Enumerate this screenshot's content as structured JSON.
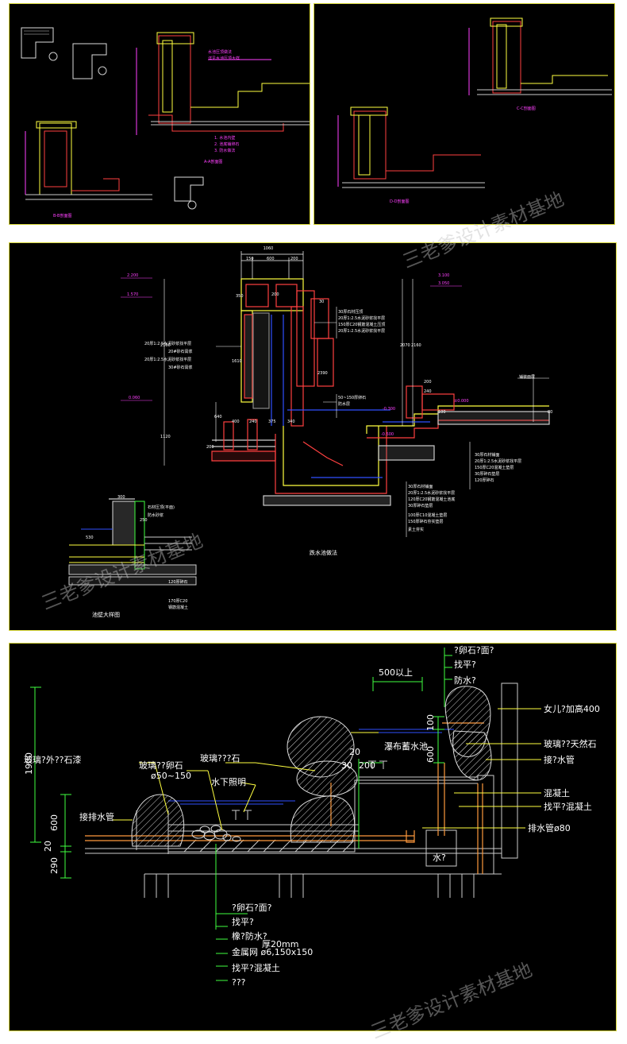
{
  "colors": {
    "background": "#000000",
    "frame": "#d8d838",
    "wall": "#e03030",
    "dim": "#ff40ff",
    "text": "#ffffff",
    "yellow": "#ffff40",
    "green": "#40ff40",
    "blue": "#3050ff",
    "orange": "#ff9a3c"
  },
  "watermark": {
    "text": "三老爹设计素材基地"
  },
  "panel2": {
    "dims": {
      "w1060": "1060",
      "w150": "150",
      "w600": "600",
      "w200": "200",
      "w200b": "200",
      "h350": "350",
      "h30": "30",
      "h100": "100",
      "h2160": "2160",
      "h1120": "1120",
      "h2070": "2070",
      "h2160r": "2160",
      "h1610": "1610",
      "h2390": "2390",
      "h640": "640",
      "h200": "200",
      "b400": "400",
      "b240": "240",
      "b375": "375",
      "b340": "340",
      "r200": "200",
      "r240": "240",
      "r80": "80",
      "d300": "300",
      "d250": "250",
      "d530": "530"
    },
    "levels": {
      "l2200": "2.200",
      "l1570": "1.570",
      "l0060": "0.060",
      "l3100": "3.100",
      "l3050": "3.050",
      "l0000": "±0.000",
      "l0500": "-0.500",
      "l0300": "-0.300"
    },
    "left_notes": [
      "20厚1:2.5水泥砂浆找平层",
      "20#砂石膏浆",
      "20厚1:2.5水泥砂浆找平层",
      "30#砂石膏浆"
    ],
    "top_right_notes": [
      "30厚石材压顶",
      "20厚1:2.5水泥砂浆找平层",
      "150厚C20钢筋混凝土压顶",
      "20厚1:2.5水泥砂浆找平层"
    ],
    "mid_notes": [
      "50~150厚卵石",
      "防水层"
    ],
    "right_notes": [
      "30厚石材铺面",
      "20厚1:2.5水泥砂浆找平层",
      "150厚C20混凝土垫层",
      "30厚碎石垫层",
      "120厚碎石"
    ],
    "bottom_notes": [
      "30厚石材铺面",
      "20厚1:2.5水泥砂浆找平层",
      "120厚C20钢筋混凝土池底",
      "30厚碎石垫层",
      "100厚C10混凝土垫层",
      "150厚碎石夯实垫层",
      "素土夯实"
    ],
    "pool_label": "跌水池做法",
    "detail_label": "池壁大样图",
    "detail_notes": [
      "石材压顶(平面)",
      "防水砂浆",
      "120厚碎石",
      "170厚C20",
      "钢筋混凝土"
    ],
    "title_right": "铺装面层"
  },
  "panel3": {
    "top_notes": [
      "?卵石?面?",
      "找平?",
      "防水?"
    ],
    "dim500": "500以上",
    "h1900": "1900",
    "h600": "600",
    "h20": "20",
    "h290": "290",
    "h100": "100",
    "h600b": "600",
    "d20": "20",
    "d30": "30",
    "d200": "200",
    "right_notes": [
      "女儿?加高400",
      "玻璃??天然石",
      "接?水管",
      "混凝土",
      "找平?混凝土",
      "排水管ø80"
    ],
    "left_notes": {
      "glass_outer": "玻璃?外??石漆",
      "glass_pebble": "玻璃??卵石",
      "pebble_size": "ø50~150",
      "glass_stone": "玻璃???石",
      "underwater_light": "水下照明",
      "drain_pipe": "接排水管",
      "pool": "瀑布蓄水池"
    },
    "pump": "水?",
    "bottom_notes": [
      "?卵石?面?",
      "找平?",
      "橡?防水?",
      "金属网 ø6,150x150",
      "找平?混凝土",
      "???"
    ],
    "overlap_text": "厚20mm"
  }
}
